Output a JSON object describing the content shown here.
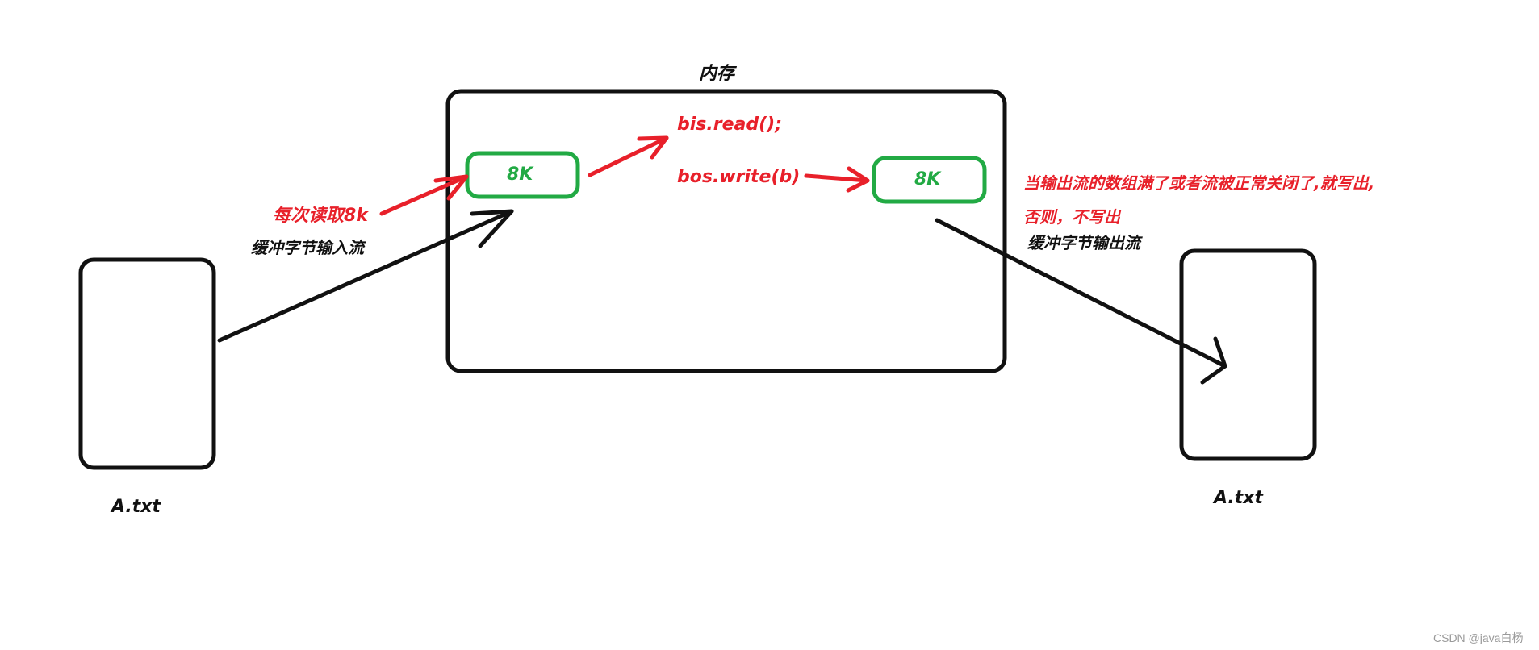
{
  "labels": {
    "memory": "内存",
    "read_call": "bis.read();",
    "write_call": "bos.write(b)",
    "buffer_in": "8K",
    "buffer_out": "8K",
    "read_each": "每次读取8k",
    "input_stream": "缓冲字节输入流",
    "flush_rule_line1": "当输出流的数组满了或者流被正常关闭了,就写出,",
    "flush_rule_line2": "否则，不写出",
    "output_stream": "缓冲字节输出流",
    "source_file": "A.txt",
    "target_file": "A.txt",
    "watermark": "CSDN @java白杨"
  },
  "colors": {
    "stroke": "#111111",
    "red": "#e8202a",
    "green": "#22aa44"
  }
}
